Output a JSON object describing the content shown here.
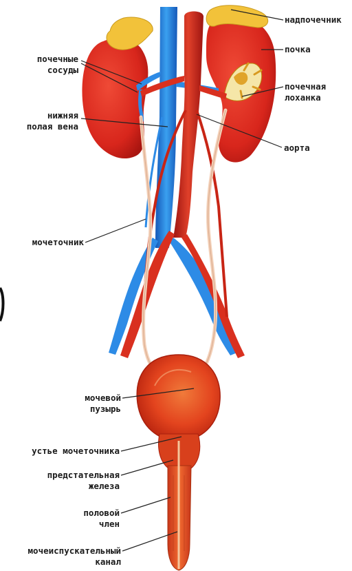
{
  "colors": {
    "kidney": "#d8261c",
    "kidney_dark": "#a81510",
    "adrenal": "#f2c23a",
    "vein": "#2d8be6",
    "vein_dark": "#1558b8",
    "artery": "#d9301f",
    "artery_dark": "#9d1410",
    "ureter": "#f3d0b8",
    "bladder": "#e3441e",
    "label_line": "#222222"
  },
  "labels": {
    "adrenal": "надпочечник",
    "kidney": "почка",
    "renal_pelvis": [
      "почечная",
      "лоханка"
    ],
    "aorta": "аорта",
    "renal_vessels": [
      "почечные",
      "сосуды"
    ],
    "vena_cava": [
      "нижняя",
      "полая вена"
    ],
    "ureter": "мочеточник",
    "bladder": [
      "мочевой",
      "пузырь"
    ],
    "ureter_orifice": "устье мочеточника",
    "prostate": [
      "предстательная",
      "железа"
    ],
    "penis": [
      "половой",
      "член"
    ],
    "urethra": [
      "мочеиспускательный",
      "канал"
    ]
  }
}
